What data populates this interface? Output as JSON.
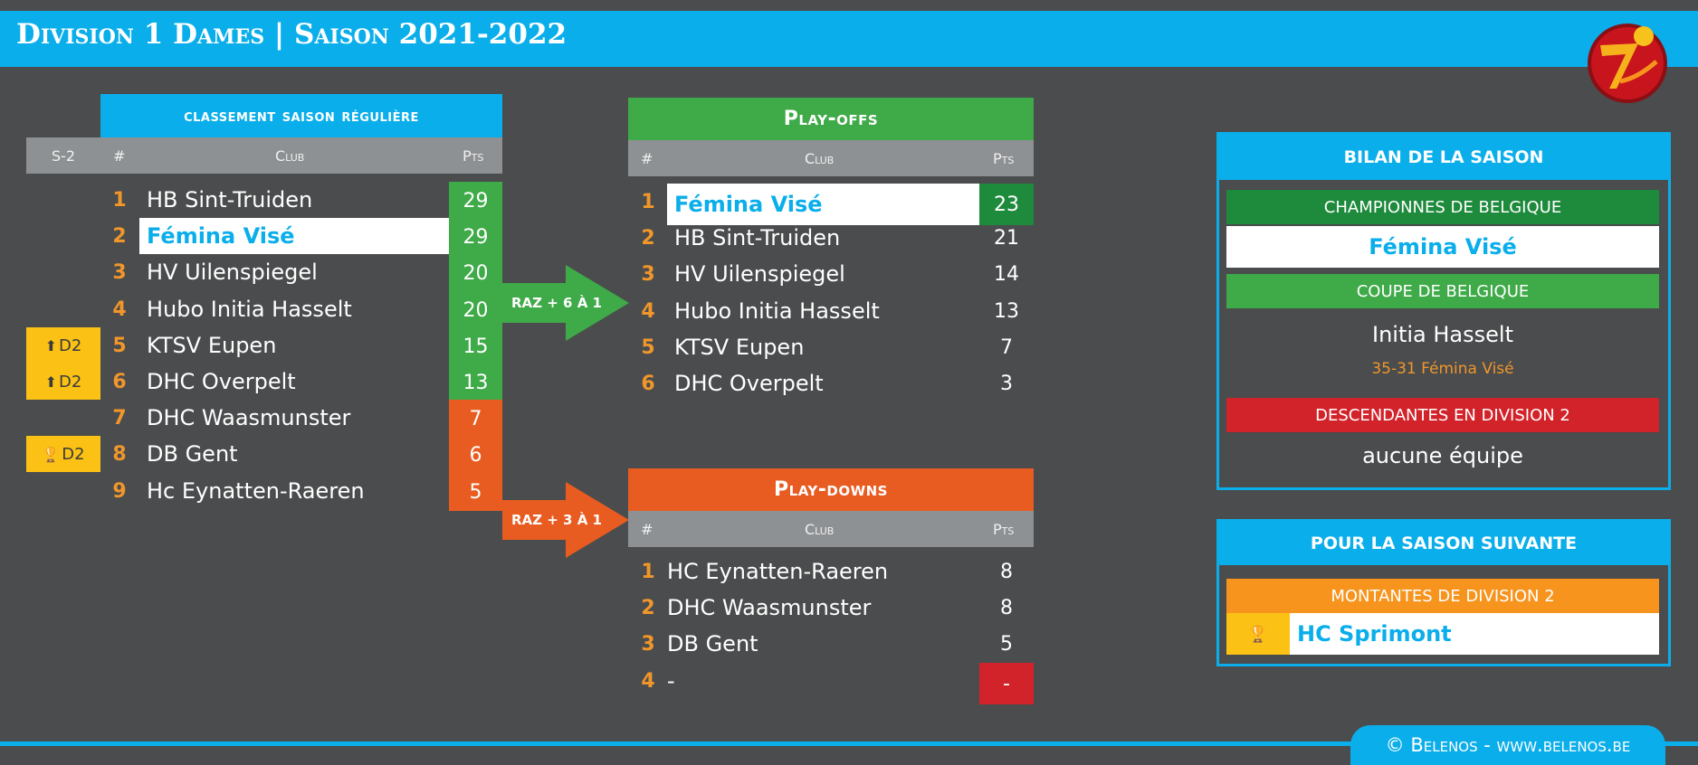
{
  "header": {
    "title": "Division 1 Dames | Saison 2021-2022"
  },
  "regular": {
    "title": "classement saison régulière",
    "col_prev": "S-2",
    "col_rank": "#",
    "col_club": "Club",
    "col_pts": "Pts",
    "rows": [
      {
        "rank": "1",
        "club": "HB Sint-Truiden",
        "pts": "29",
        "badge": "",
        "zone": "green"
      },
      {
        "rank": "2",
        "club": "Fémina Visé",
        "pts": "29",
        "badge": "",
        "zone": "green",
        "highlight": true
      },
      {
        "rank": "3",
        "club": "HV Uilenspiegel",
        "pts": "20",
        "badge": "",
        "zone": "green"
      },
      {
        "rank": "4",
        "club": "Hubo Initia Hasselt",
        "pts": "20",
        "badge": "",
        "zone": "green"
      },
      {
        "rank": "5",
        "club": "KTSV Eupen",
        "pts": "15",
        "badge": "⬆D2",
        "badge_icon": "arrow-up-icon",
        "zone": "green"
      },
      {
        "rank": "6",
        "club": "DHC Overpelt",
        "pts": "13",
        "badge": "⬆D2",
        "badge_icon": "arrow-up-icon",
        "zone": "green"
      },
      {
        "rank": "7",
        "club": "DHC Waasmunster",
        "pts": "7",
        "badge": "",
        "zone": "orange"
      },
      {
        "rank": "8",
        "club": "DB Gent",
        "pts": "6",
        "badge": "🏆D2",
        "badge_icon": "trophy-icon",
        "zone": "orange"
      },
      {
        "rank": "9",
        "club": "Hc Eynatten-Raeren",
        "pts": "5",
        "badge": "",
        "zone": "orange"
      }
    ]
  },
  "arrows": {
    "playoffs": "RAZ + 6 À 1",
    "playdowns": "RAZ + 3 À 1"
  },
  "playoffs": {
    "title": "Play-offs",
    "col_rank": "#",
    "col_club": "Club",
    "col_pts": "Pts",
    "rows": [
      {
        "rank": "1",
        "club": "Fémina Visé",
        "pts": "23",
        "highlight": true
      },
      {
        "rank": "2",
        "club": "HB Sint-Truiden",
        "pts": "21"
      },
      {
        "rank": "3",
        "club": "HV Uilenspiegel",
        "pts": "14"
      },
      {
        "rank": "4",
        "club": "Hubo Initia Hasselt",
        "pts": "13"
      },
      {
        "rank": "5",
        "club": "KTSV Eupen",
        "pts": "7"
      },
      {
        "rank": "6",
        "club": "DHC Overpelt",
        "pts": "3"
      }
    ]
  },
  "playdowns": {
    "title": "Play-downs",
    "col_rank": "#",
    "col_club": "Club",
    "col_pts": "Pts",
    "rows": [
      {
        "rank": "1",
        "club": "HC Eynatten-Raeren",
        "pts": "8"
      },
      {
        "rank": "2",
        "club": "DHC Waasmunster",
        "pts": "8"
      },
      {
        "rank": "3",
        "club": "DB Gent",
        "pts": "5"
      },
      {
        "rank": "4",
        "club": "-",
        "pts": "-",
        "relegated": true
      }
    ]
  },
  "bilan": {
    "title": "BILAN DE LA SAISON",
    "champions_label": "CHAMPIONNES DE BELGIQUE",
    "champions": "Fémina Visé",
    "cup_label": "COUPE DE BELGIQUE",
    "cup_winner": "Initia Hasselt",
    "cup_score": "35-31 Fémina Visé",
    "relegated_label": "DESCENDANTES EN DIVISION 2",
    "relegated": "aucune équipe"
  },
  "next": {
    "title": "POUR LA SAISON SUIVANTE",
    "promoted_label": "MONTANTES DE DIVISION 2",
    "promoted": "HC Sprimont"
  },
  "footer": {
    "credit": "© Belenos - www.belenos.be"
  },
  "colors": {
    "accent_blue": "#0aaeea",
    "green_playoff": "#3faa48",
    "dark_green": "#1e8a3c",
    "orange_playdown": "#e85c21",
    "red": "#d2232a",
    "yellow": "#fbc215",
    "orange_band": "#f7941d",
    "background": "#4a4c4d",
    "header_grey": "#8e9193"
  }
}
